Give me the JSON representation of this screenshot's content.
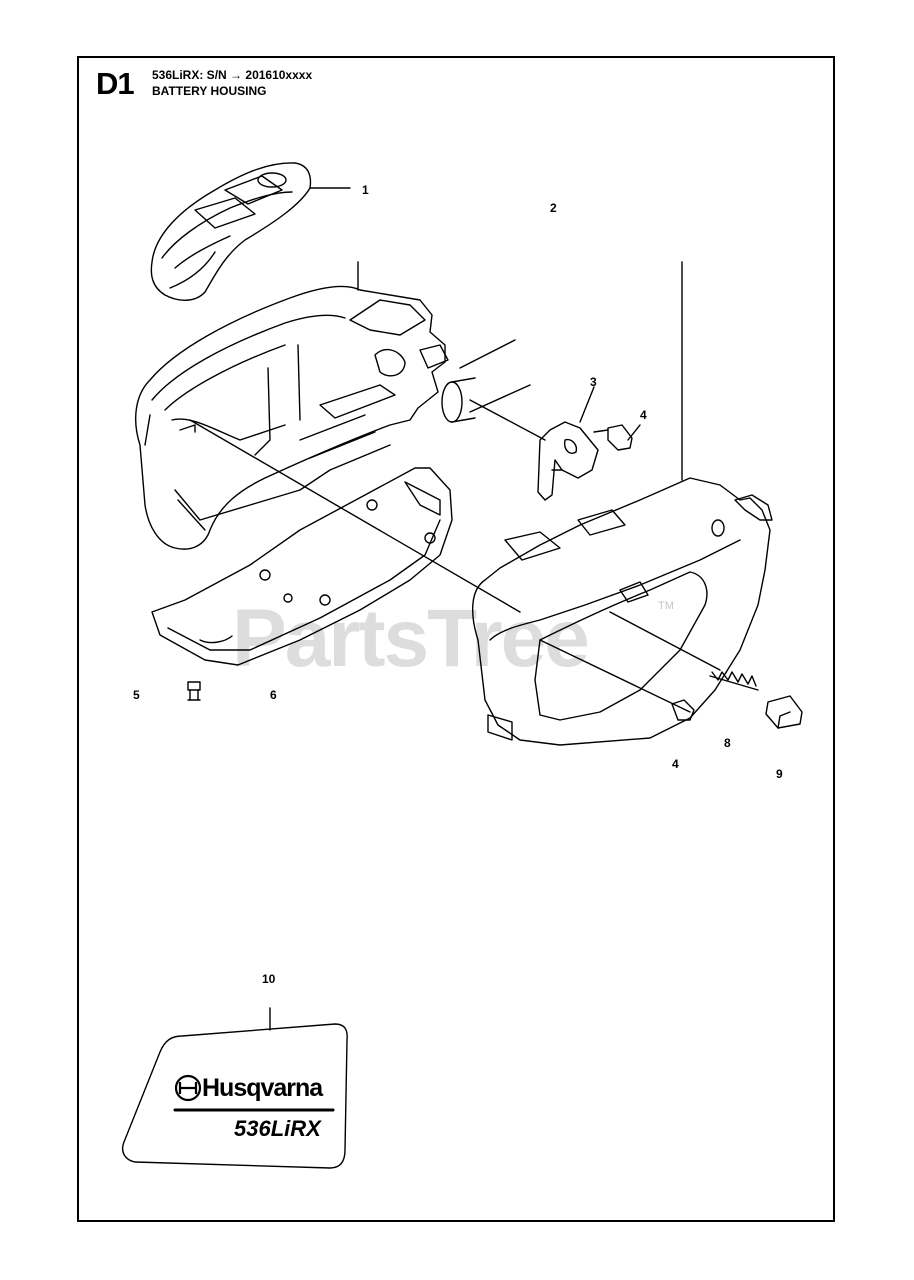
{
  "header": {
    "section_code": "D1",
    "model_serial": "536LiRX: S/N",
    "serial_prefix": "201610xxxx",
    "section_title": "BATTERY HOUSING"
  },
  "callouts": [
    {
      "id": "c1",
      "label": "1"
    },
    {
      "id": "c2",
      "label": "2"
    },
    {
      "id": "c3",
      "label": "3"
    },
    {
      "id": "c4a",
      "label": "4"
    },
    {
      "id": "c5",
      "label": "5"
    },
    {
      "id": "c6",
      "label": "6"
    },
    {
      "id": "c8",
      "label": "8"
    },
    {
      "id": "c4b",
      "label": "4"
    },
    {
      "id": "c9",
      "label": "9"
    },
    {
      "id": "c10",
      "label": "10"
    }
  ],
  "decal": {
    "brand": "Husqvarna",
    "model": "536LiRX"
  },
  "watermark": {
    "text": "PartsTree",
    "tm": "TM"
  },
  "colors": {
    "line": "#000000",
    "watermark": "#b4b4b4",
    "background": "#ffffff"
  }
}
